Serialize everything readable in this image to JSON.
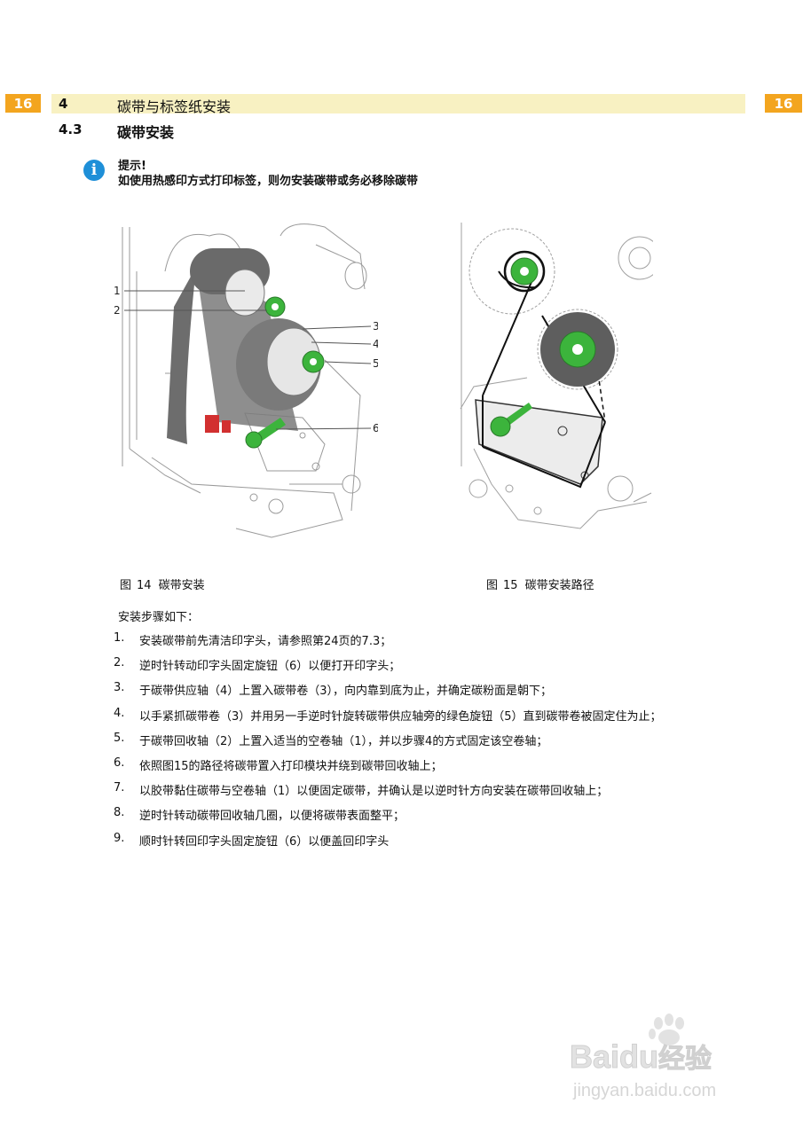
{
  "header": {
    "page_number_left": "16",
    "page_number_right": "16",
    "chapter_number": "4",
    "chapter_title": "碳带与标签纸安装",
    "section_number": "4.3",
    "section_title": "碳带安装"
  },
  "note": {
    "icon": "info-icon",
    "heading": "提示!",
    "text": "如使用热感印方式打印标签，则勿安装碳带或务必移除碳带"
  },
  "figures": [
    {
      "callouts": [
        "1",
        "2",
        "3",
        "4",
        "5",
        "6"
      ],
      "caption_label": "图",
      "caption_number": "14",
      "caption_text": "碳带安装"
    },
    {
      "caption_label": "图",
      "caption_number": "15",
      "caption_text": "碳带安装路径"
    }
  ],
  "steps_intro": "安装步骤如下：",
  "steps": [
    {
      "num": "1.",
      "text": "安装碳带前先清洁印字头，请参照第24页的7.3；"
    },
    {
      "num": "2.",
      "text": "逆时针转动印字头固定旋钮（6）以便打开印字头；"
    },
    {
      "num": "3.",
      "text": "于碳带供应轴（4）上置入碳带卷（3），向内靠到底为止，并确定碳粉面是朝下；"
    },
    {
      "num": "4.",
      "text": "以手紧抓碳带卷（3）并用另一手逆时针旋转碳带供应轴旁的绿色旋钮（5）直到碳带卷被固定住为止；"
    },
    {
      "num": "5.",
      "text": "于碳带回收轴（2）上置入适当的空卷轴（1），并以步骤4的方式固定该空卷轴；"
    },
    {
      "num": "6.",
      "text": "依照图15的路径将碳带置入打印模块并绕到碳带回收轴上；"
    },
    {
      "num": "7.",
      "text": "以胶带黏住碳带与空卷轴（1）以便固定碳带，并确认是以逆时针方向安装在碳带回收轴上；"
    },
    {
      "num": "8.",
      "text": "逆时针转动碳带回收轴几圈，以便将碳带表面整平；"
    },
    {
      "num": "9.",
      "text": "顺时针转回印字头固定旋钮（6）以便盖回印字头"
    }
  ],
  "watermark": {
    "brand": "Baidu",
    "brand_suffix": "经验",
    "url": "jingyan.baidu.com"
  },
  "colors": {
    "badge": "#f3a51f",
    "header_bar": "#f8f1c2",
    "info_icon": "#1e8fd8",
    "knob_green": "#3cb43c",
    "ribbon_gray": "#6d6d6d"
  }
}
